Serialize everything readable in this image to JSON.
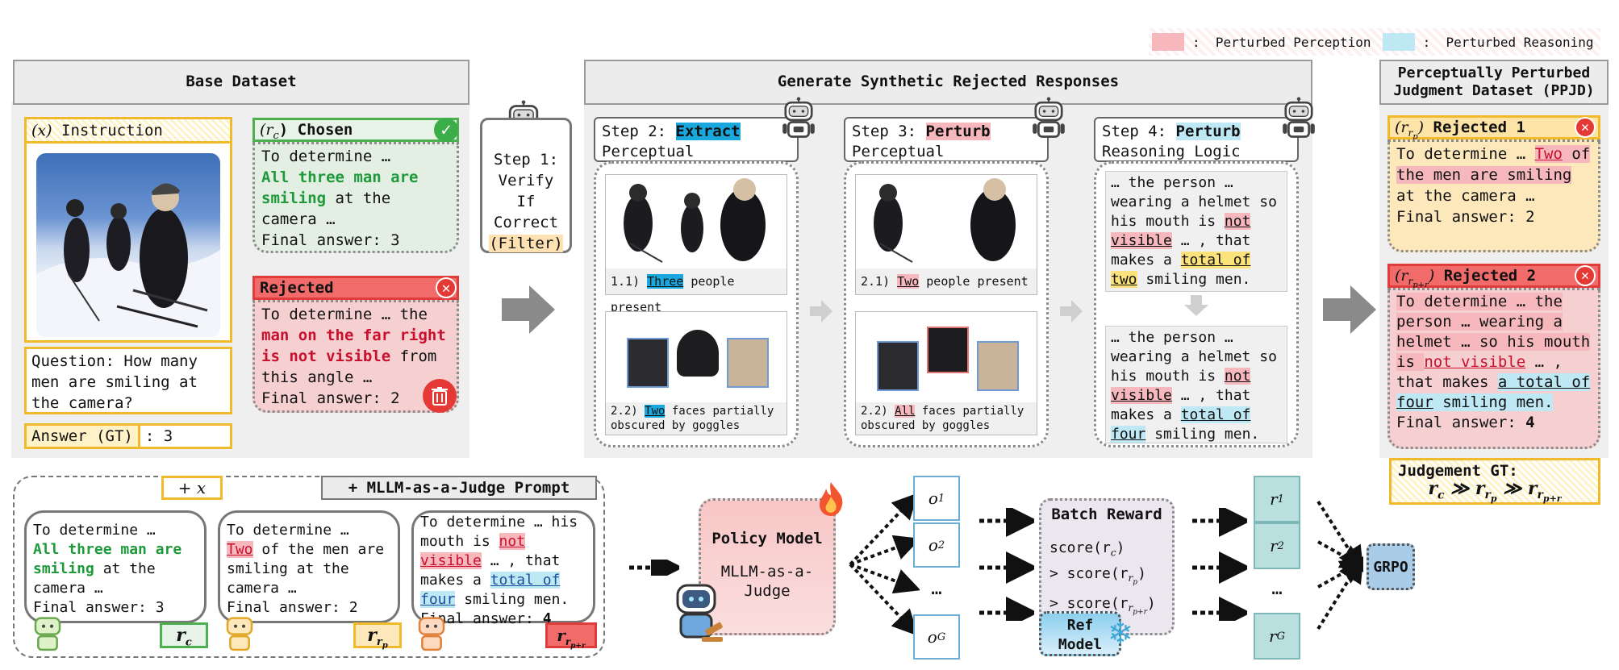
{
  "legend": {
    "perception_label": ":  Perturbed Perception",
    "reasoning_label": ":  Perturbed Reasoning",
    "perception_color": "#f6b8bc",
    "reasoning_color": "#bfe8f5"
  },
  "base": {
    "header": "Base Dataset",
    "instruction_label": "Instruction",
    "instruction_var": "(x)",
    "question": "Question: How many men are smiling at the camera?",
    "answer_label": "Answer (GT)",
    "answer_value": ": 3",
    "chosen_var": "(r",
    "chosen_sub": "c",
    "chosen_label": ") Chosen",
    "chosen_l1": "To determine …",
    "chosen_hl": "All three man are smiling",
    "chosen_l2": " at the camera …",
    "chosen_final": "Final answer: 3",
    "rejected_label": "Rejected",
    "rejected_l1": "To determine … the",
    "rejected_hl": "man on the far right is not visible",
    "rejected_l2": " from this angle …",
    "rejected_final": "Final answer: 2"
  },
  "step1": {
    "line1": "Step 1:",
    "line2": "Verify",
    "line3": "If",
    "line4": "Correct",
    "line5": "(Filter)"
  },
  "generate": {
    "header": "Generate Synthetic Rejected Responses",
    "step2_prefix": "Step 2: ",
    "step2_key": "Extract",
    "step2_sub": "Perceptual Attributes",
    "step2_cap1_num": "1.1) ",
    "step2_cap1_hl": "Three",
    "step2_cap1_rest": " people present",
    "step2_cap2_num": "2.2) ",
    "step2_cap2_hl": "Two",
    "step2_cap2_rest": " faces partially obscured by goggles",
    "step3_prefix": "Step 3: ",
    "step3_key": "Perturb",
    "step3_sub": "Perceptual Attributes",
    "step3_cap1_num": "2.1) ",
    "step3_cap1_hl": "Two",
    "step3_cap1_rest": " people present",
    "step3_cap2_num": "2.2) ",
    "step3_cap2_hl": "All",
    "step3_cap2_rest": " faces partially obscured by goggles",
    "step4_prefix": "Step 4: ",
    "step4_key": "Perturb",
    "step4_sub": "Reasoning Logic",
    "step4_a1": "… the person … wearing a helmet so his mouth is ",
    "step4_a_hl": "not visible",
    "step4_a2": " … , that makes a ",
    "step4_a_hl2": "total of two",
    "step4_a3": " smiling men.",
    "step4_b1": "… the person … wearing a helmet so his mouth is ",
    "step4_b_hl": "not visible",
    "step4_b2": " … , that makes a ",
    "step4_b_hl2": "total of four",
    "step4_b3": " smiling men."
  },
  "ppjd": {
    "header": "Perceptually Perturbed Judgment Dataset (PPJD)",
    "rej1_label": "Rejected 1",
    "rej1_l1": "To determine … ",
    "rej1_hl": "Two",
    "rej1_l2": " of the men are smiling",
    "rej1_l3": " at the camera …",
    "rej1_final": "Final answer: 2",
    "rej2_label": "Rejected 2",
    "rej2_l1": "To determine … the person … wearing a helmet … so his mouth is ",
    "rej2_hl": "not visible",
    "rej2_l2": " … , that makes ",
    "rej2_hl2": "a total of four",
    "rej2_l3": " smiling men.",
    "rej2_final": "Final answer: ",
    "rej2_final_val": "4",
    "gt_label": "Judgement GT:"
  },
  "bottom": {
    "prompt_label": "+ MLLM-as-a-Judge Prompt",
    "plus_x": "+ x",
    "b1_l1": "To determine …",
    "b1_hl": "All three man are smiling",
    "b1_l2": " at the camera …",
    "b1_final": "Final answer: 3",
    "b2_l1": "To determine …",
    "b2_hl": "Two",
    "b2_l2": " of the men are smiling at the camera …",
    "b2_final": "Final answer: 2",
    "b3_l1": "To determine … his mouth is ",
    "b3_hl": "not visible",
    "b3_l2": " … , that makes a ",
    "b3_hl2": "total of four",
    "b3_l3": " smiling men.",
    "b3_final": "Final answer: ",
    "b3_final_val": "4",
    "policy_title": "Policy Model",
    "policy_sub": "MLLM-as-a-Judge",
    "o1": "o",
    "o1_sub": "1",
    "o2_sub": "2",
    "oG_sub": "G",
    "dots": "…",
    "batch_title": "Batch Reward",
    "score1": "score(r",
    "score_c": "c",
    "score2": "> score(r",
    "ref_model": "Ref Model",
    "r1_sub": "1",
    "r2_sub": "2",
    "rG_sub": "G",
    "grpo": "GRPO"
  }
}
